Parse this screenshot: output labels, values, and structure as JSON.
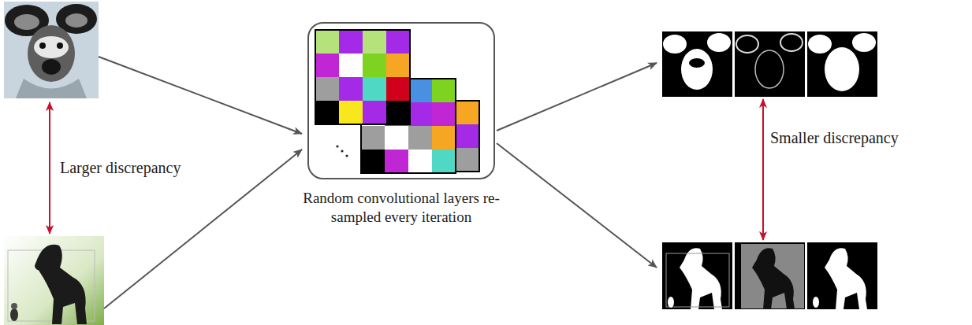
{
  "diagram": {
    "nodes": [
      {
        "text": [
          "Random convolutional layers re-sampled every iteration"
        ]
      }
    ],
    "labels": [
      "Larger discrepancy",
      "Smaller discrepancy"
    ]
  }
}
